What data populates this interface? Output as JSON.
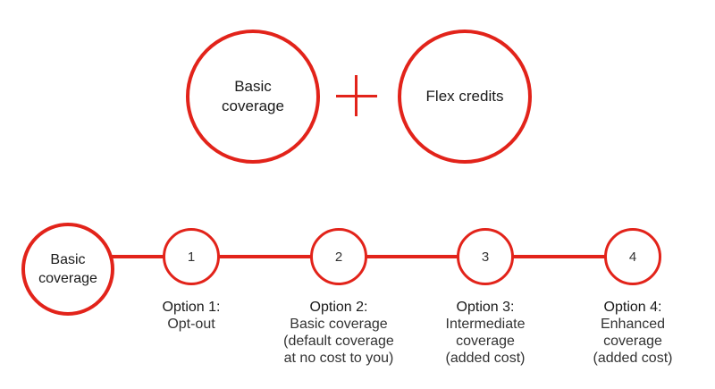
{
  "top": {
    "left_circle": {
      "lines": [
        "Basic",
        "coverage"
      ]
    },
    "right_circle": {
      "lines": [
        "Flex credits"
      ]
    }
  },
  "timeline": {
    "start": {
      "lines": [
        "Basic",
        "coverage"
      ]
    },
    "steps": [
      {
        "number": "1",
        "title": "Option 1:",
        "desc": [
          "Opt-out"
        ]
      },
      {
        "number": "2",
        "title": "Option 2:",
        "desc": [
          "Basic coverage",
          "(default coverage",
          "at no cost to you)"
        ]
      },
      {
        "number": "3",
        "title": "Option 3:",
        "desc": [
          "Intermediate",
          "coverage",
          "(added cost)"
        ]
      },
      {
        "number": "4",
        "title": "Option 4:",
        "desc": [
          "Enhanced",
          "coverage",
          "(added cost)"
        ]
      }
    ]
  },
  "colors": {
    "accent": "#e2231a",
    "text": "#1a1a1a"
  },
  "icons": {
    "plus": "plus-icon"
  }
}
